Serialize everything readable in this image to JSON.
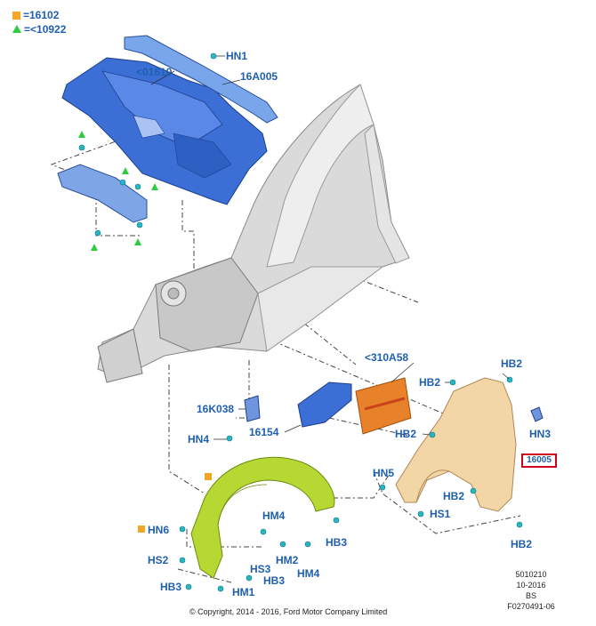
{
  "legend": {
    "square_text": "=16102",
    "triangle_text": "=<10922",
    "square_color": "#f5a623",
    "triangle_color": "#2ecc40"
  },
  "labels": {
    "hn1": "HN1",
    "p01610": "<01610",
    "p16a005": "16A005",
    "p310a58": "<310A58",
    "hb2_a": "HB2",
    "hb2_b": "HB2",
    "hb2_c": "HB2",
    "hb2_d": "HB2",
    "hb2_e": "HB2",
    "p16k038": "16K038",
    "hn4": "HN4",
    "p16154": "16154",
    "hn3": "HN3",
    "hn5": "HN5",
    "hs1": "HS1",
    "hm4_a": "HM4",
    "hm4_b": "HM4",
    "hb3_a": "HB3",
    "hb3_b": "HB3",
    "hb3_c": "HB3",
    "hn6": "HN6",
    "hs2": "HS2",
    "hm2": "HM2",
    "hs3": "HS3",
    "hm1": "HM1",
    "highlighted_part": "16005"
  },
  "footer": {
    "copyright": "© Copyright, 2014 - 2016, Ford Motor Company Limited",
    "ref_code": "5010210",
    "ref_date": "10-2016",
    "ref_region": "BS",
    "figure_id": "F0270491-06"
  },
  "colors": {
    "label_blue": "#1f5fb0",
    "part_blue": "#3b6fd6",
    "fender": "#f3d6a6",
    "liner": "#b7d832",
    "bracket_orange": "#e8822a",
    "fastener": "#27b7c4",
    "frame_grey": "#cfcfcf",
    "highlight_red": "#d0021b"
  }
}
